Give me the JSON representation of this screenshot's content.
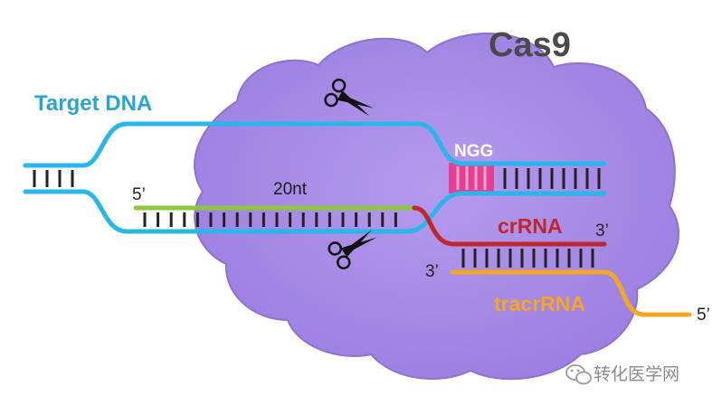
{
  "title": "Cas9",
  "labels": {
    "target_dna": "Target DNA",
    "pam": "NGG",
    "spacer_length": "20nt",
    "crrna": "crRNA",
    "tracrrna": "tracrRNA",
    "five_prime_crrna": "5’",
    "three_prime_crrna": "3’",
    "three_prime_tracr": "3’",
    "five_prime_tracr": "5’"
  },
  "watermark": {
    "text": "转化医学网",
    "icon": "wechat-icon"
  },
  "icons": {
    "cleavage_top": "scissors-icon",
    "cleavage_bottom": "scissors-icon"
  },
  "colors": {
    "protein_fill": "#a98de6",
    "protein_edge": "#8d73cf",
    "dna_strand": "#29b6e8",
    "crrna_spacer": "#8fc63b",
    "crrna_repeat": "#c0262d",
    "tracrrna": "#f5a623",
    "pam": "#e9358a",
    "target_dna_label": "#2aa4d6",
    "crrna_label": "#c0262d",
    "tracrrna_label": "#f5a623",
    "title": "#4a4a4a"
  }
}
